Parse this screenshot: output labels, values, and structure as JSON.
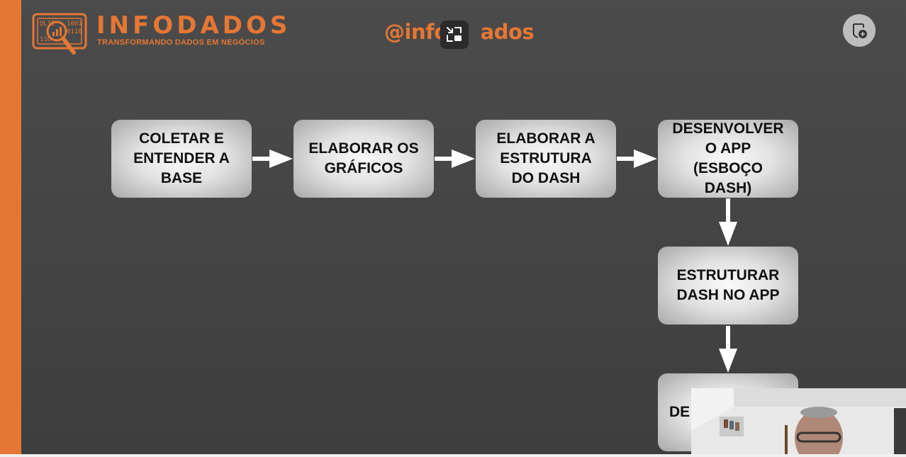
{
  "brand": {
    "name": "INFODADOS",
    "tagline": "TRANSFORMANDO DADOS EM NEGÓCIOS",
    "color": "#e57734"
  },
  "header": {
    "handle_left": "@info",
    "handle_right": "ados"
  },
  "controls": {
    "exit_pip_icon": "exit-picture-in-picture-icon",
    "corner_icon": "add-badge-icon"
  },
  "flow": {
    "steps": [
      "COLETAR E\nENTENDER A\nBASE",
      "ELABORAR OS\nGRÁFICOS",
      "ELABORAR A\nESTRUTURA\nDO DASH",
      "DESENVOLVER\nO APP\n(ESBOÇO\nDASH)",
      "ESTRUTURAR\nDASH NO APP",
      "DE"
    ]
  },
  "colors": {
    "accent": "#e57734",
    "background": "#454545",
    "box_text": "#101010",
    "arrow": "#ffffff"
  }
}
